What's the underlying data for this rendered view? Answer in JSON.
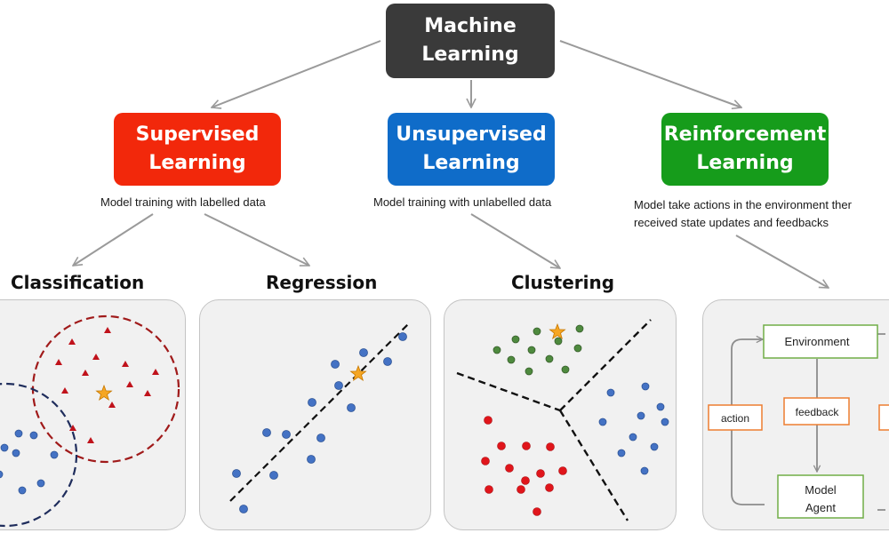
{
  "root": {
    "label": "Machine\nLearning",
    "color": "#3a3a3a"
  },
  "supervised": {
    "label": "Supervised\nLearning",
    "color": "#f2280b",
    "description": "Model training with labelled data"
  },
  "unsupervised": {
    "label": "Unsupervised\nLearning",
    "color": "#0f6cc9",
    "description": "Model training with unlabelled data"
  },
  "reinforcement": {
    "label": "Reinforcement\nLearning",
    "color": "#169c1b",
    "description": "Model take actions in the environment ther\nreceived state updates and feedbacks"
  },
  "subheadings": {
    "classification": "Classification",
    "regression": "Regression",
    "clustering": "Clustering"
  },
  "rl_loop": {
    "environment": "Environment",
    "agent": "Model\nAgent",
    "action": "action",
    "feedback": "feedback"
  },
  "marker_colors": {
    "class_a": "#c0121b",
    "class_b": "#4472c4",
    "regression_points": "#4472c4",
    "cluster_green": "#4e8a3e",
    "cluster_red": "#e0151b",
    "cluster_blue": "#4472c4",
    "query_star": "#f5a623",
    "rl_box_green": "#70ad47",
    "rl_box_orange": "#ed7d31"
  }
}
